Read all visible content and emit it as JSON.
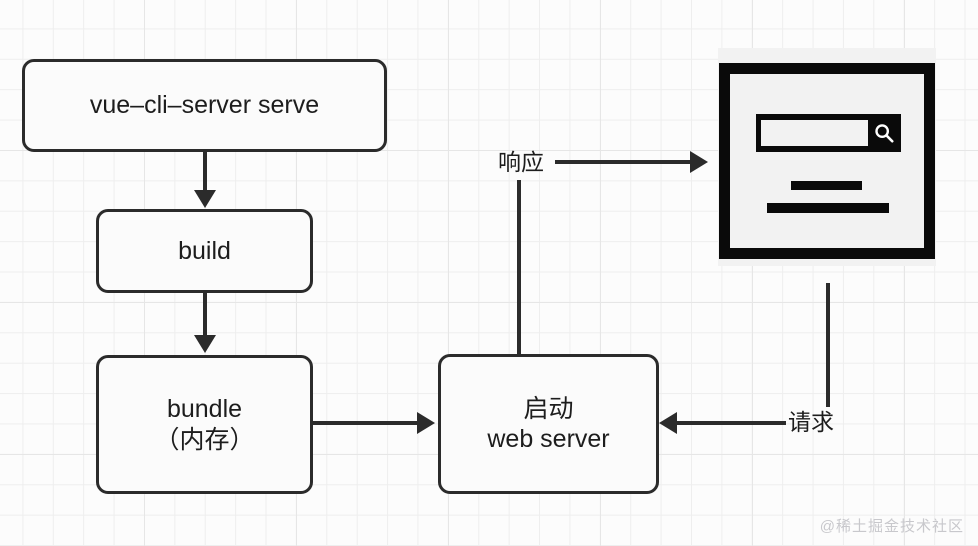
{
  "diagram": {
    "title": "vue-cli-service serve flow",
    "background": {
      "grid_color": "#eeeeee",
      "page_color": "#fcfcfc"
    },
    "stroke_color": "#2b2b2b",
    "nodes": [
      {
        "id": "serve",
        "label": "vue–cli–server serve",
        "line2": ""
      },
      {
        "id": "build",
        "label": "build",
        "line2": ""
      },
      {
        "id": "bundle",
        "label": "bundle",
        "line2": "（内存）"
      },
      {
        "id": "server",
        "label": "启动",
        "line2": "web server"
      }
    ],
    "edges": [
      {
        "id": "serve-to-build",
        "label": "",
        "direction": "down"
      },
      {
        "id": "build-to-bundle",
        "label": "",
        "direction": "down"
      },
      {
        "id": "bundle-to-server",
        "label": "",
        "direction": "right"
      },
      {
        "id": "server-to-browser",
        "label": "响应",
        "direction": "right"
      },
      {
        "id": "browser-to-server",
        "label": "请求",
        "direction": "left"
      }
    ],
    "browser_icon": {
      "name": "browser-window",
      "search_icon": "search-icon",
      "search_value": "",
      "content_lines": 2
    },
    "watermark": "@稀土掘金技术社区"
  }
}
